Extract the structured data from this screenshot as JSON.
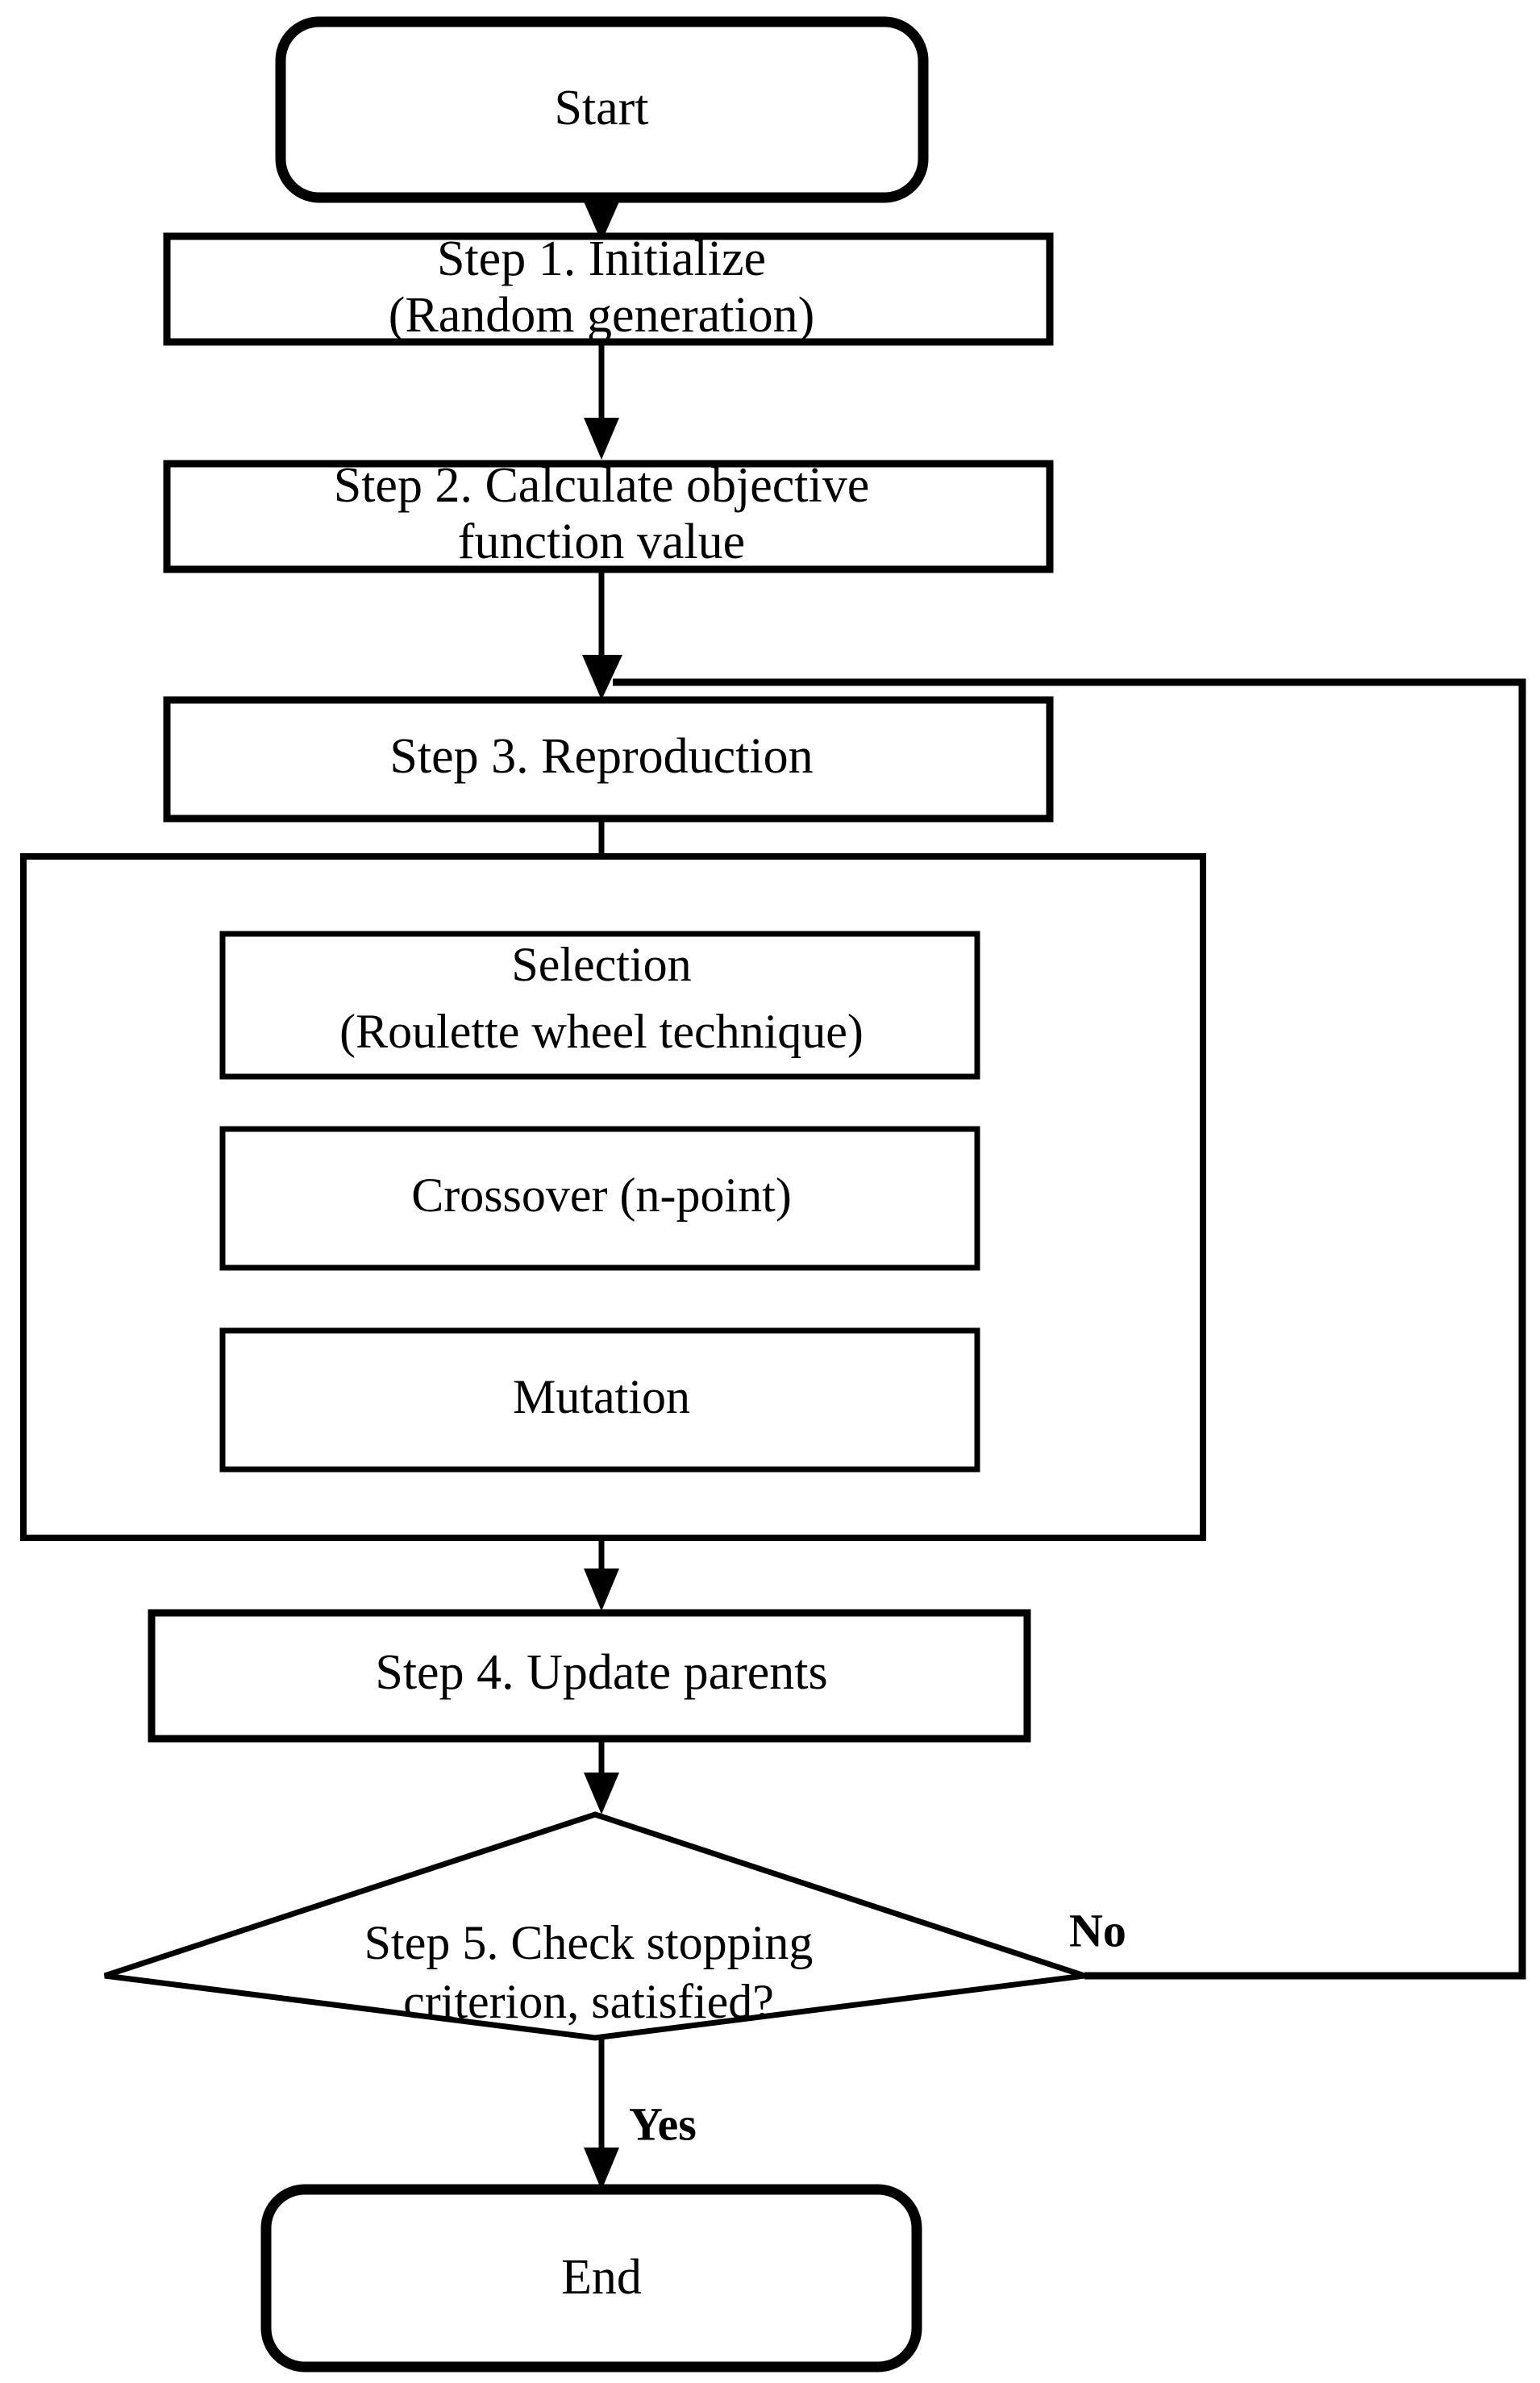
{
  "diagram": {
    "title": "Genetic Algorithm Flowchart",
    "colors": {
      "stroke": "#000000",
      "fill": "#ffffff",
      "background": "#ffffff"
    },
    "nodes": {
      "start": {
        "label": "Start",
        "shape": "terminator"
      },
      "step1": {
        "line1": "Step 1. Initialize",
        "line2": "(Random generation)",
        "shape": "process"
      },
      "step2": {
        "line1": "Step 2. Calculate objective",
        "line2": "function value",
        "shape": "process"
      },
      "step3": {
        "label": "Step 3. Reproduction",
        "shape": "process"
      },
      "selection": {
        "line1": "Selection",
        "line2": "(Roulette wheel technique)",
        "shape": "process"
      },
      "crossover": {
        "label": "Crossover (n-point)",
        "shape": "process"
      },
      "mutation": {
        "label": "Mutation",
        "shape": "process"
      },
      "step4": {
        "label": "Step 4. Update parents",
        "shape": "process"
      },
      "step5": {
        "line1": "Step 5. Check stopping",
        "line2": "criterion, satisfied?",
        "shape": "decision"
      },
      "end": {
        "label": "End",
        "shape": "terminator"
      }
    },
    "branches": {
      "no": "No",
      "yes": "Yes"
    }
  }
}
